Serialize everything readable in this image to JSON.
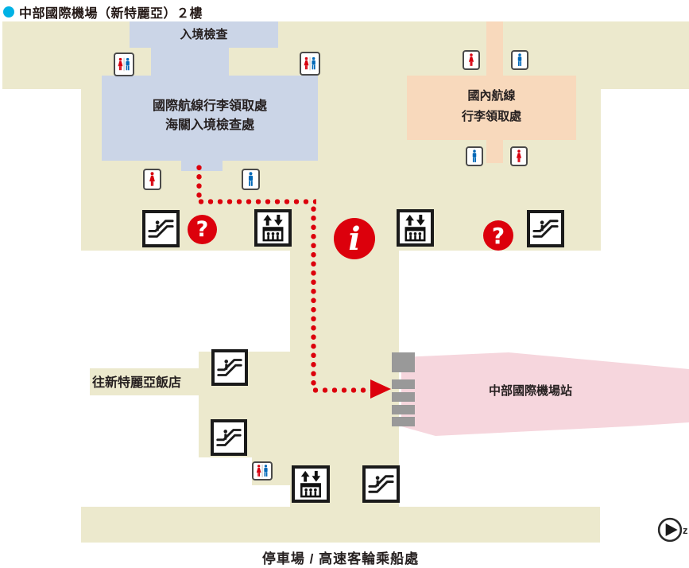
{
  "title": {
    "text": "中部國際機場（新特麗亞）２樓"
  },
  "areas": {
    "entry_check": "入境檢查",
    "intl_line1": "國際航線行李領取處",
    "intl_line2": "海關入境檢查處",
    "dom_line1": "國內航線",
    "dom_line2": "行李領取處",
    "station": "中部國際機場站",
    "hotel": "往新特麗亞飯店",
    "caption": "停車場 / 高速客輪乘船處"
  },
  "symbols": {
    "question": "?",
    "information": "i",
    "north": "z"
  },
  "icon_names": [
    "toilet-icon",
    "escalator-icon",
    "elevator-icon",
    "question-icon",
    "information-icon",
    "north-arrow-icon"
  ],
  "colors": {
    "floor": "#ece9cd",
    "international_area": "#cbd5e7",
    "domestic_area": "#f8d9bc",
    "station_area": "#f6d6dd",
    "route_red": "#dc000c",
    "platform_gray": "#999999",
    "title_bullet_cyan": "#00b2e5",
    "toilet_female_red": "#d7000f",
    "toilet_male_blue": "#0068b7"
  }
}
